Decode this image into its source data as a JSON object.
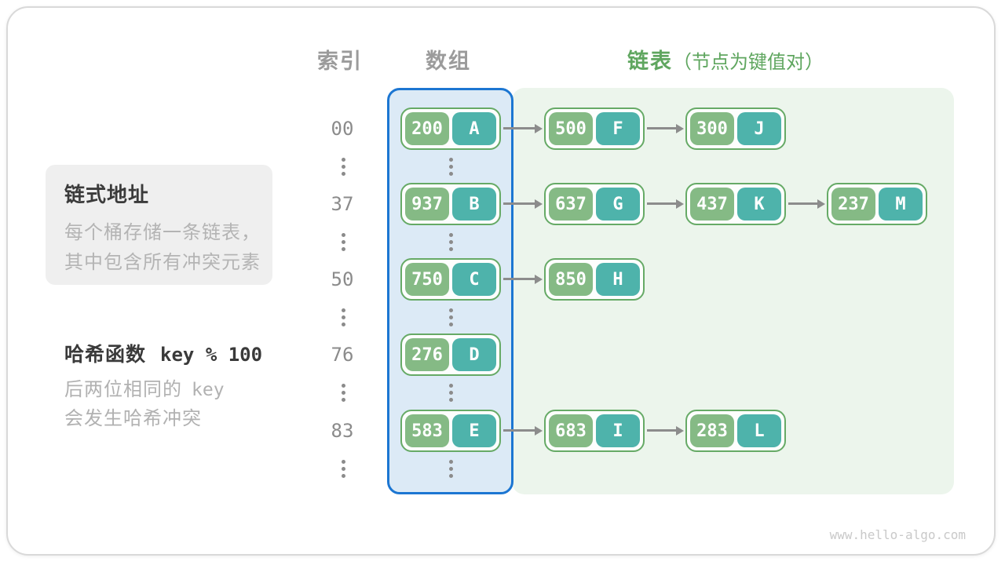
{
  "headers": {
    "index": "索引",
    "array": "数组",
    "list": "链表",
    "list_note": "（节点为键值对）"
  },
  "info_box": {
    "title": "链式地址",
    "lines": [
      "每个桶存储一条链表，",
      "其中包含所有冲突元素"
    ]
  },
  "hash_note": {
    "label": "哈希函数",
    "formula": "key % 100",
    "line1_prefix": "后两位相同的",
    "line1_code": "key",
    "line2": "会发生哈希冲突"
  },
  "watermark": "www.hello-algo.com",
  "rows": [
    {
      "index": "00",
      "bucket": {
        "key": "200",
        "value": "A"
      },
      "chain": [
        {
          "key": "500",
          "value": "F"
        },
        {
          "key": "300",
          "value": "J"
        }
      ]
    },
    {
      "index": "37",
      "bucket": {
        "key": "937",
        "value": "B"
      },
      "chain": [
        {
          "key": "637",
          "value": "G"
        },
        {
          "key": "437",
          "value": "K"
        },
        {
          "key": "237",
          "value": "M"
        }
      ]
    },
    {
      "index": "50",
      "bucket": {
        "key": "750",
        "value": "C"
      },
      "chain": [
        {
          "key": "850",
          "value": "H"
        }
      ]
    },
    {
      "index": "76",
      "bucket": {
        "key": "276",
        "value": "D"
      },
      "chain": []
    },
    {
      "index": "83",
      "bucket": {
        "key": "583",
        "value": "E"
      },
      "chain": [
        {
          "key": "683",
          "value": "I"
        },
        {
          "key": "283",
          "value": "L"
        }
      ]
    }
  ],
  "colors": {
    "key_pill": "#85ba85",
    "value_pill": "#4eb3ab",
    "node_border": "#66aa66",
    "array_fill": "#dceaf6",
    "array_border": "#1c76d2",
    "list_fill": "#ecf5ec",
    "green_text": "#5fa65f",
    "gray": "#8b8b8b"
  }
}
